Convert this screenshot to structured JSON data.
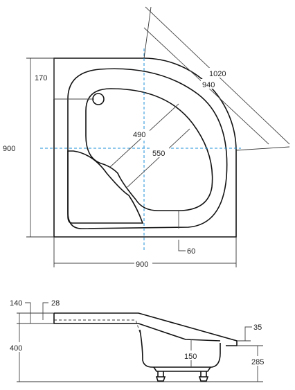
{
  "top_view": {
    "dim_width": "900",
    "dim_height": "900",
    "dim_diag_outer": "1020",
    "dim_diag_inner": "940",
    "dim_drain_offset": "170",
    "dim_inner_radius": "490",
    "dim_outer_radius": "550",
    "dim_rim": "60"
  },
  "side_view": {
    "dim_top_140": "140",
    "dim_top_28": "28",
    "dim_height_400": "400",
    "dim_rim_35": "35",
    "dim_inner_150": "150",
    "dim_depth_285": "285"
  }
}
